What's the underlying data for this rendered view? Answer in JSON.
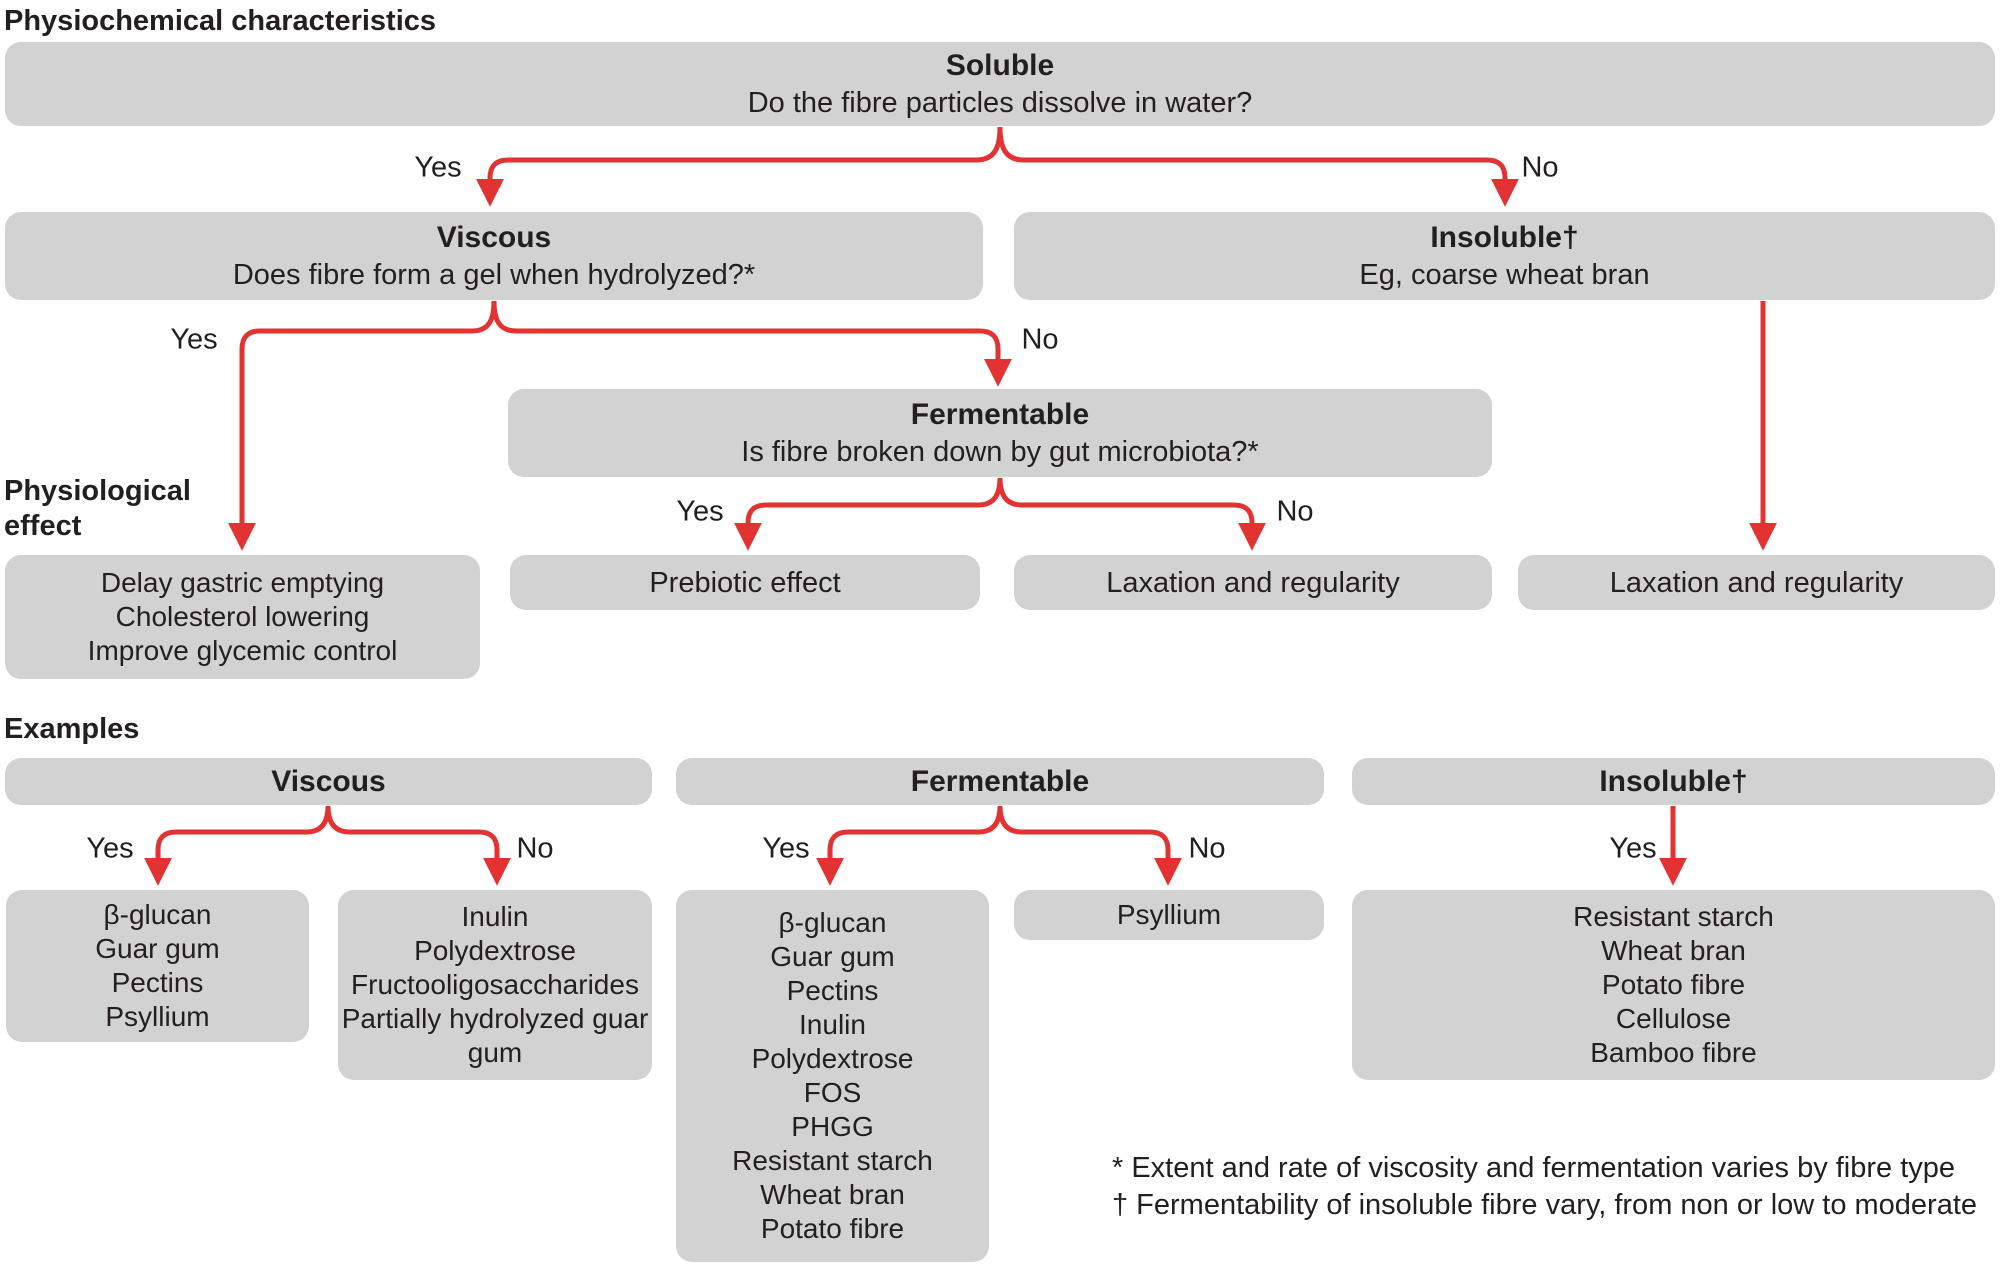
{
  "colors": {
    "box_bg": "#d2d2d3",
    "arrow_red": "#e23231",
    "text": "#231f20",
    "page_bg": "#ffffff"
  },
  "section_labels": {
    "physiochemical": "Physiochemical characteristics",
    "physiological": [
      "Physiological",
      "effect"
    ],
    "examples": "Examples"
  },
  "branch_labels": {
    "yes": "Yes",
    "no": "No"
  },
  "decision_nodes": {
    "soluble": {
      "title": "Soluble",
      "question": "Do the fibre particles dissolve in water?"
    },
    "viscous": {
      "title": "Viscous",
      "question": "Does fibre form a gel when hydrolyzed?*"
    },
    "insoluble": {
      "title": "Insoluble†",
      "question": "Eg, coarse wheat bran"
    },
    "fermentable": {
      "title": "Fermentable",
      "question": "Is fibre broken down by gut microbiota?*"
    }
  },
  "physiological_effects": {
    "viscous_yes": [
      "Delay gastric emptying",
      "Cholesterol lowering",
      "Improve glycemic control"
    ],
    "fermentable_yes": "Prebiotic effect",
    "fermentable_no": "Laxation and regularity",
    "insoluble": "Laxation and regularity"
  },
  "examples": {
    "viscous": {
      "title": "Viscous",
      "yes": [
        "β-glucan",
        "Guar gum",
        "Pectins",
        "Psyllium"
      ],
      "no": [
        "Inulin",
        "Polydextrose",
        "Fructooligosaccharides",
        "Partially hydrolyzed guar gum"
      ]
    },
    "fermentable": {
      "title": "Fermentable",
      "yes": [
        "β-glucan",
        "Guar gum",
        "Pectins",
        "Inulin",
        "Polydextrose",
        "FOS",
        "PHGG",
        "Resistant starch",
        "Wheat bran",
        "Potato fibre"
      ],
      "no": [
        "Psyllium"
      ]
    },
    "insoluble": {
      "title": "Insoluble†",
      "yes": [
        "Resistant starch",
        "Wheat bran",
        "Potato fibre",
        "Cellulose",
        "Bamboo fibre"
      ]
    }
  },
  "footnotes": [
    "* Extent and rate of viscosity and fermentation varies by fibre type",
    "† Fermentability of insoluble fibre vary, from non or low to moderate"
  ]
}
